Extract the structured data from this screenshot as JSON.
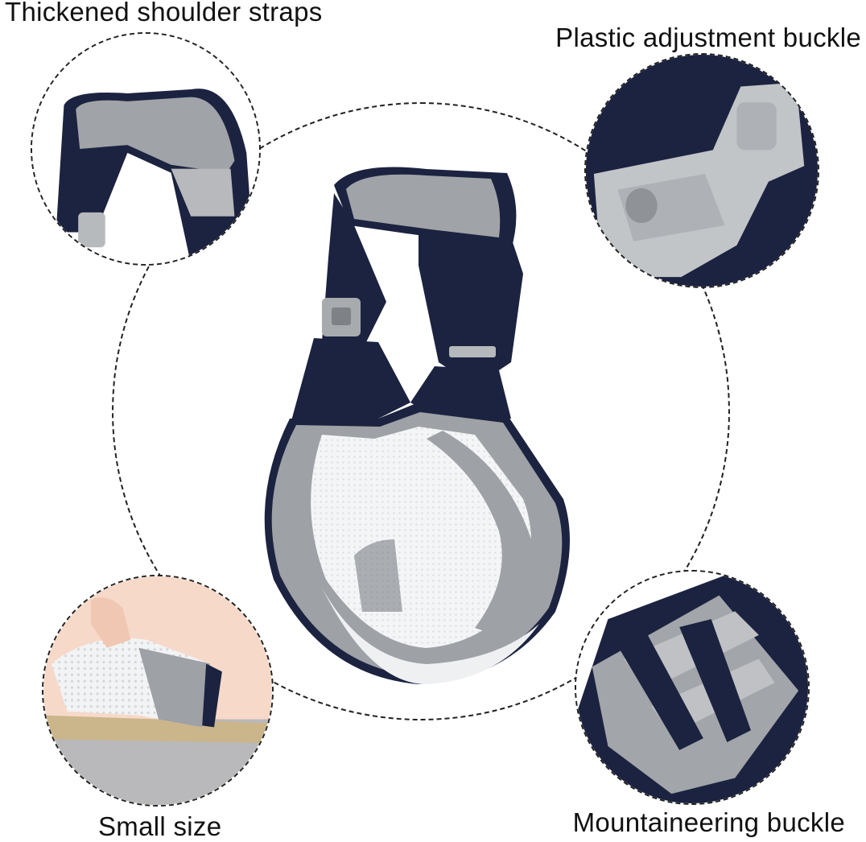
{
  "captions": {
    "top_left": "Thickened shoulder straps",
    "top_right": "Plastic adjustment buckle",
    "bottom_left": "Small size",
    "bottom_right": "Mountaineering buckle"
  },
  "colors": {
    "navy": "#1c2340",
    "grey": "#9c9fa3",
    "light_grey": "#c9cbcd",
    "mesh_white": "#f4f5f7",
    "buckle_grey": "#a8abae",
    "skin": "#f3d3c2",
    "peach_bg": "#f7d9c9",
    "tan": "#cbb58a"
  },
  "icons": {
    "main": "baby-sling-carrier",
    "detail_1": "shoulder-strap-closeup",
    "detail_2": "plastic-buckle-closeup",
    "detail_3": "folded-sling-in-bag",
    "detail_4": "mountaineering-buckle-closeup"
  }
}
